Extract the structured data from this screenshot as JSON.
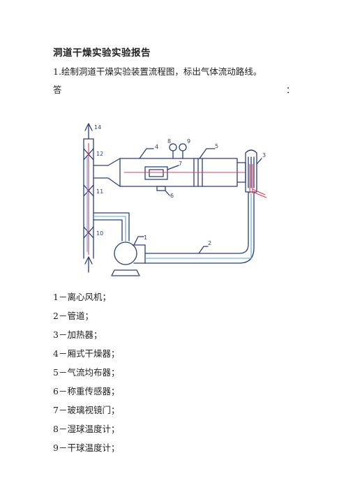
{
  "document": {
    "title": "洞道干燥实验实验报告",
    "question": "1.绘制洞道干燥实验装置流程图，标出气体流动路线。",
    "answer_label": "答",
    "answer_colon": "："
  },
  "figure": {
    "labels": [
      "1",
      "2",
      "3",
      "4",
      "5",
      "6",
      "7",
      "8",
      "9",
      "10",
      "11",
      "12",
      "14"
    ],
    "colors": {
      "ink": "#2a3f7a",
      "air_red": "#e23b5a",
      "air_blue": "#5aa6e0"
    }
  },
  "legend": [
    "1－离心风机；",
    "2－管道；",
    "3－加热器；",
    "4－厢式干燥器；",
    "5－气流均布器；",
    "6－称重传感器；",
    "7－玻璃视镜门；",
    "8－湿球温度计；",
    "9－干球温度计；"
  ]
}
